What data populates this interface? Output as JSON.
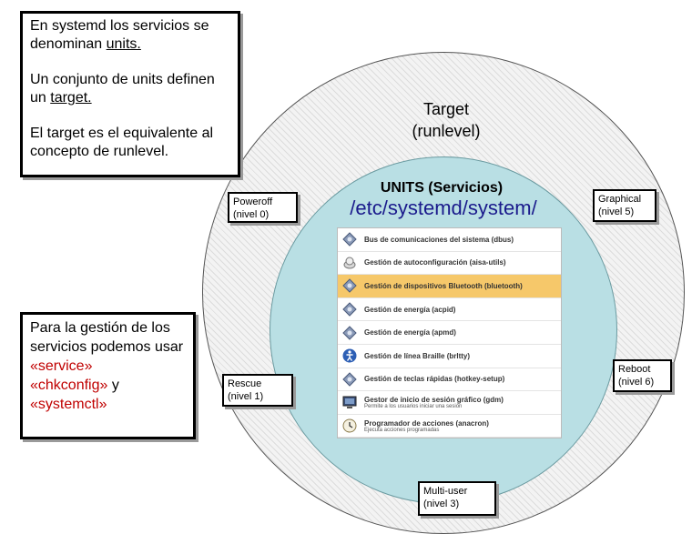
{
  "intro_box": {
    "line1_pre": "En systemd los servicios se denominan ",
    "line1_term": "units.",
    "line2_pre": "Un conjunto de units definen un ",
    "line2_term": "target.",
    "line3": "El target es el equivalente al concepto de runlevel."
  },
  "tools_box": {
    "prefix": "Para la gestión de los servicios podemos usar",
    "cmd1": "«service»",
    "cmd2": "«chkconfig»",
    "joiner": " y",
    "cmd3": "«systemctl»"
  },
  "target_label": {
    "line1": "Target",
    "line2": "(runlevel)"
  },
  "units_label": {
    "title": "UNITS (Servicios)",
    "path": "/etc/systemd/system/"
  },
  "levels": {
    "poweroff": {
      "name": "Poweroff",
      "level": "(nivel 0)"
    },
    "rescue": {
      "name": "Rescue",
      "level": "(nivel 1)"
    },
    "multiuser": {
      "name": "Multi-user",
      "level": "(nivel 3)"
    },
    "graphical": {
      "name": "Graphical",
      "level": "(nivel 5)"
    },
    "reboot": {
      "name": "Reboot",
      "level": "(nivel 6)"
    }
  },
  "services": [
    {
      "label": "Bus de comunicaciones del sistema (dbus)",
      "icon": "gear-diamond-icon",
      "selected": false
    },
    {
      "label": "Gestión de autoconfiguración (aisa-utils)",
      "icon": "network-icon",
      "selected": false
    },
    {
      "label": "Gestión de dispositivos Bluetooth (bluetooth)",
      "icon": "gear-diamond-icon",
      "selected": true
    },
    {
      "label": "Gestión de energía (acpid)",
      "icon": "gear-diamond-icon",
      "selected": false
    },
    {
      "label": "Gestión de energía (apmd)",
      "icon": "gear-diamond-icon",
      "selected": false
    },
    {
      "label": "Gestión de línea Braille (brltty)",
      "icon": "accessibility-icon",
      "selected": false
    },
    {
      "label": "Gestión de teclas rápidas (hotkey-setup)",
      "icon": "gear-diamond-icon",
      "selected": false
    },
    {
      "label": "Gestor de inicio de sesión gráfico (gdm)",
      "sub": "Permite a los usuarios iniciar una sesión",
      "icon": "monitor-icon",
      "selected": false
    },
    {
      "label": "Programador de acciones (anacron)",
      "sub": "Ejecuta acciones programadas",
      "icon": "clock-icon",
      "selected": false
    }
  ],
  "colors": {
    "inner_circle": "#b9dfe4",
    "selected_row": "#f6c86a",
    "command_text": "#c00000"
  }
}
